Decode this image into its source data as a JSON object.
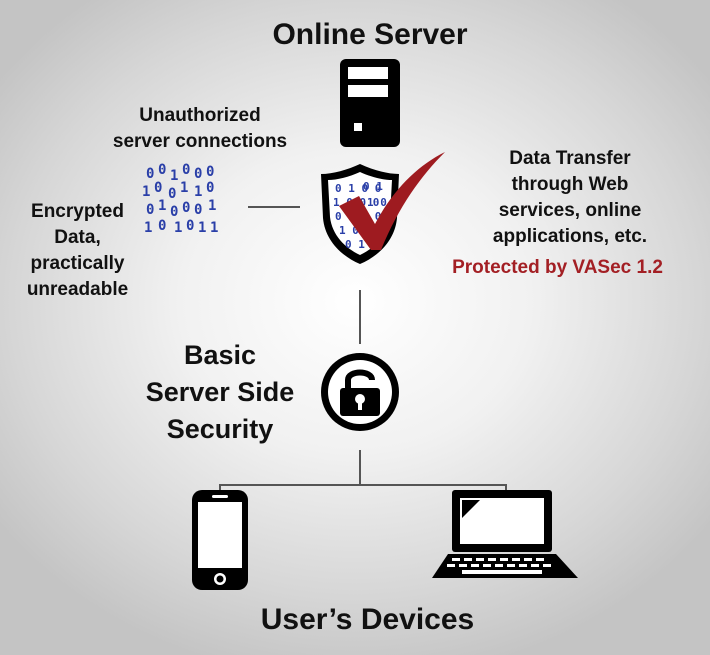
{
  "diagram": {
    "title": "Online Server",
    "unauthorized": [
      "Unauthorized",
      "server connections"
    ],
    "encrypted": [
      "Encrypted",
      "Data,",
      "practically",
      "unreadable"
    ],
    "transfer": [
      "Data Transfer",
      "through Web",
      "services, online",
      "applications, etc."
    ],
    "protected": "Protected by VASec 1.2",
    "basic_security": [
      "Basic",
      "Server Side",
      "Security"
    ],
    "devices": "User’s Devices"
  },
  "colors": {
    "accent": "#a31f24",
    "binary": "#2a3fa8",
    "icon": "#000000"
  },
  "icons": [
    "server-icon",
    "binary-data-icon",
    "shield-icon",
    "checkmark-icon",
    "padlock-icon",
    "smartphone-icon",
    "laptop-icon"
  ]
}
